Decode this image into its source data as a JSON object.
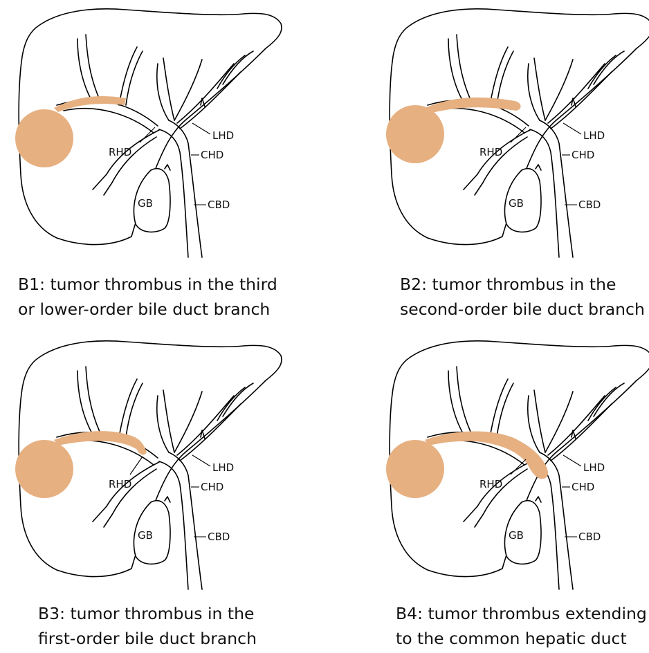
{
  "colors": {
    "tumor": "#e6b081",
    "outline": "#000000",
    "background": "#ffffff"
  },
  "labels": {
    "lhd": "LHD",
    "rhd": "RHD",
    "chd": "CHD",
    "cbd": "CBD",
    "gb": "GB"
  },
  "panels": [
    {
      "caption": [
        "B1: tumor thrombus in the third",
        "or lower-order bile duct branch"
      ]
    },
    {
      "caption": [
        "B2: tumor thrombus in the",
        "second-order bile duct branch"
      ]
    },
    {
      "caption": [
        "B3: tumor thrombus in the",
        "first-order bile duct branch"
      ]
    },
    {
      "caption": [
        "B4: tumor thrombus extending",
        "to the common hepatic duct"
      ]
    }
  ]
}
